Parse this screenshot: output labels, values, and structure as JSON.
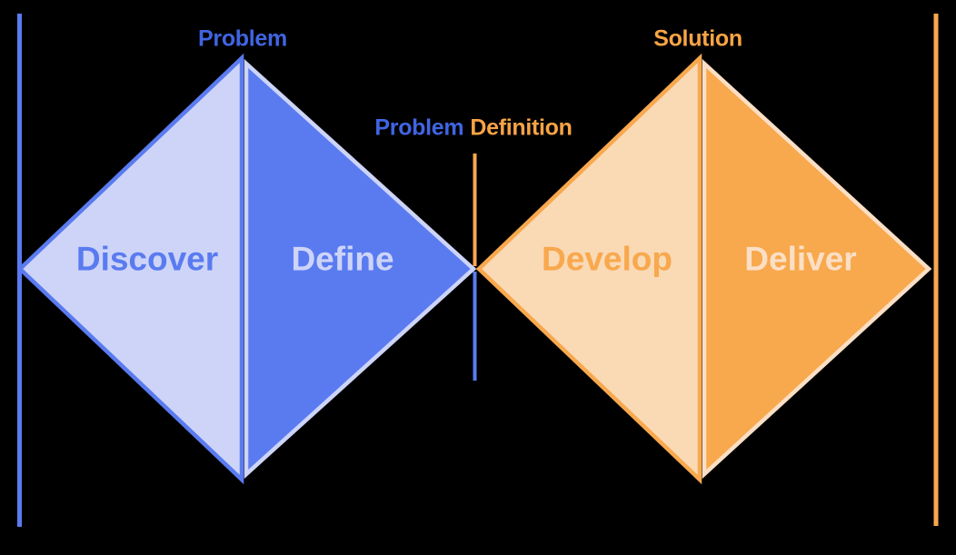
{
  "title": "Double Diamond design process diagram",
  "colors": {
    "background": "#000000",
    "diamond_blue": "#5A7BF0",
    "diamond_lavender": "#CDD4F8",
    "diamond_orange": "#F8A84D",
    "diamond_light_orange": "#FAD9B5",
    "deliver_text_cream": "#FBDFC5",
    "label_blue": "#4065E2",
    "label_orange": "#F8A445"
  },
  "labels": {
    "problem": "Problem",
    "solution": "Solution",
    "problem_definition": {
      "part1": "Problem",
      "part2": "Definition"
    }
  },
  "phases": {
    "discover": "Discover",
    "define": "Define",
    "develop": "Develop",
    "deliver": "Deliver"
  }
}
